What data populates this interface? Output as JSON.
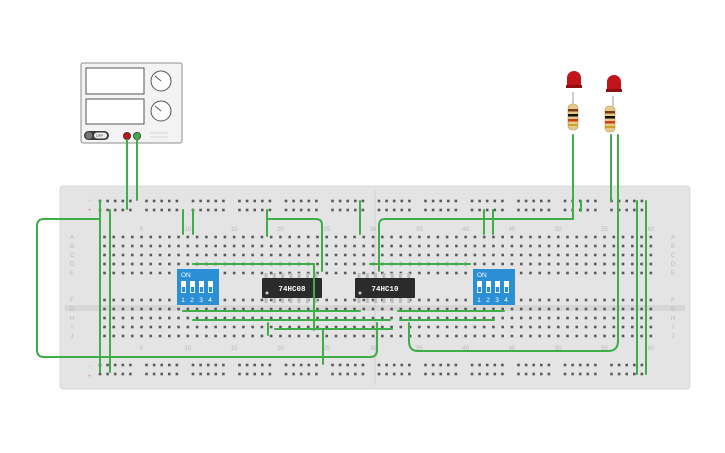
{
  "power_supply": {
    "off_label": "OFF"
  },
  "breadboard": {
    "column_numbers": [
      "5",
      "10",
      "15",
      "20",
      "25",
      "30",
      "35",
      "40",
      "45",
      "50",
      "55",
      "60"
    ],
    "row_letters_top": [
      "A",
      "B",
      "C",
      "D",
      "E"
    ],
    "row_letters_bottom": [
      "F",
      "G",
      "H",
      "I",
      "J"
    ],
    "rail_plus": "+",
    "rail_minus": "−"
  },
  "chips": [
    {
      "label": "74HC08"
    },
    {
      "label": "74HC10"
    }
  ],
  "dip_switches": [
    {
      "on_label": "ON",
      "numbers": [
        "1",
        "2",
        "3",
        "4"
      ]
    },
    {
      "on_label": "ON",
      "numbers": [
        "1",
        "2",
        "3",
        "4"
      ]
    }
  ],
  "colors": {
    "wire": "#3fae49",
    "breadboard": "#e4e4e4",
    "chip": "#2b2b2b",
    "dip": "#2b8fd6",
    "led": "#c0141a"
  }
}
